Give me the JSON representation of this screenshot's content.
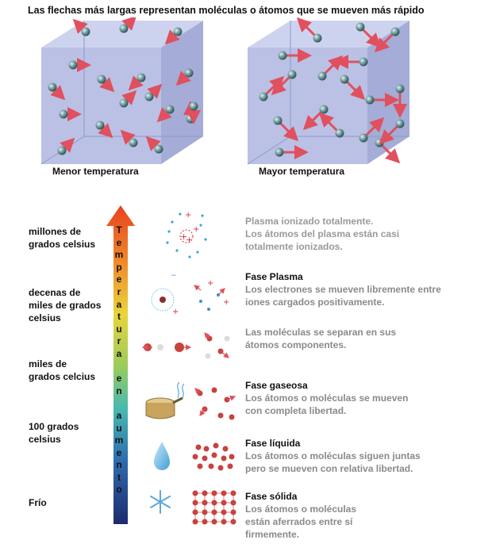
{
  "header": {
    "caption": "Las flechas más largas representan moléculas o átomos que se mueven más rápido"
  },
  "cubes": {
    "low_label": "Menor temperatura",
    "high_label": "Mayor temperatura"
  },
  "scale": {
    "axis_label": "Temperatura en aumento",
    "levels": [
      {
        "label": "millones de\ngrados celsius"
      },
      {
        "label": "decenas de\nmiles de grados\ncelsius"
      },
      {
        "label": "miles de\ngrados celcius"
      },
      {
        "label": "100 grados\ncelsius"
      },
      {
        "label": "Frío"
      }
    ]
  },
  "phases": [
    {
      "title": "",
      "desc": "Plasma ionizado totalmente.\nLos átomos del plasma están casi\ntotalmente ionizados."
    },
    {
      "title": "Fase Plasma",
      "desc": "Los electrones se mueven libremente entre\niones cargados positivamente."
    },
    {
      "title": "",
      "desc": "Las moléculas se separan en sus\nátomos componentes."
    },
    {
      "title": "Fase gaseosa",
      "desc": "Los átomos o moléculas se mueven\ncon completa libertad."
    },
    {
      "title": "Fase líquida",
      "desc": "Los átomos o moléculas siguen juntas\npero se mueven con relativa libertad."
    },
    {
      "title": "Fase sólida",
      "desc": "Los átomos o moléculas\nestán aferrados entre sí\nfirmemente."
    }
  ],
  "colors": {
    "cube_face": "#a9b2dd",
    "arrow": "#e0505e",
    "particle": "#5f8d92",
    "phase_desc": "#8a8a8a",
    "thermo_top": "#e8411f",
    "thermo_bottom": "#1d2a6e"
  },
  "icons": [
    "ionized-plasma-icon",
    "plasma-icon",
    "dissociation-icon",
    "gas-icon",
    "liquid-icon",
    "solid-icon",
    "drop-icon",
    "snowflake-icon",
    "boiling-pot-icon"
  ]
}
